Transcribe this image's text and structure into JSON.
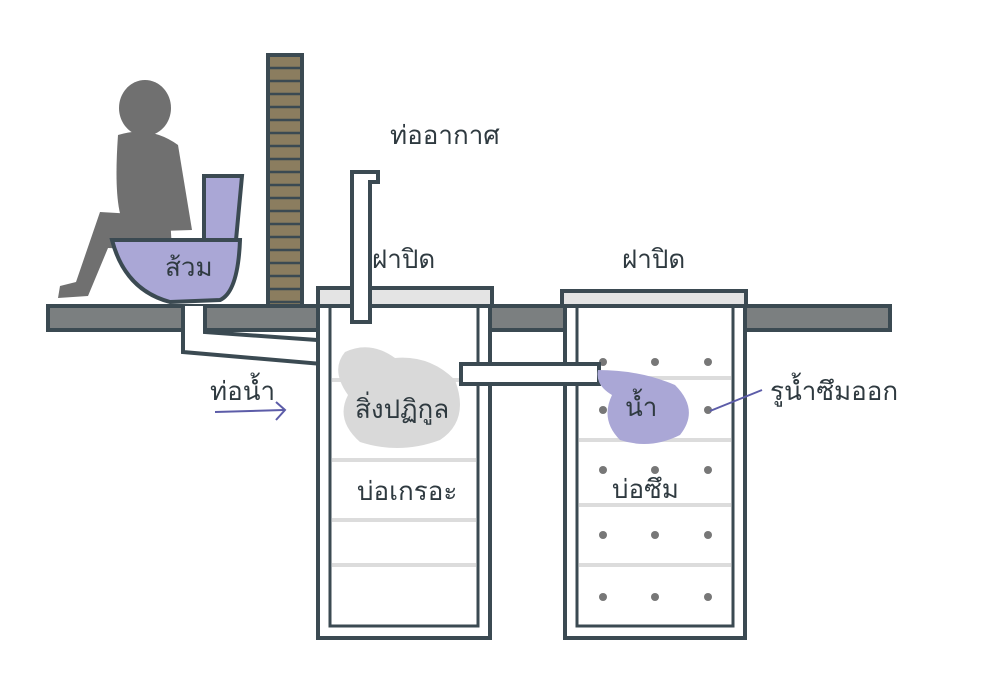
{
  "labels": {
    "air_pipe": "ท่ออากาศ",
    "lid_1": "ฝาปิด",
    "lid_2": "ฝาปิด",
    "toilet": "ส้วม",
    "water_pipe": "ท่อน้ำ",
    "waste": "สิ่งปฏิกูล",
    "septic_pit": "บ่อเกรอะ",
    "water": "น้ำ",
    "leaching_pit": "บ่อซึม",
    "seepage_holes": "รูน้ำซึมออก"
  },
  "colors": {
    "outline": "#3b4a52",
    "ground": "#7b7f80",
    "brick": "#8b7d5f",
    "person": "#707070",
    "toilet": "#aaa7d6",
    "waste": "#d9d9d9",
    "water": "#aaa7d6",
    "arrow": "#5c5ca8"
  }
}
